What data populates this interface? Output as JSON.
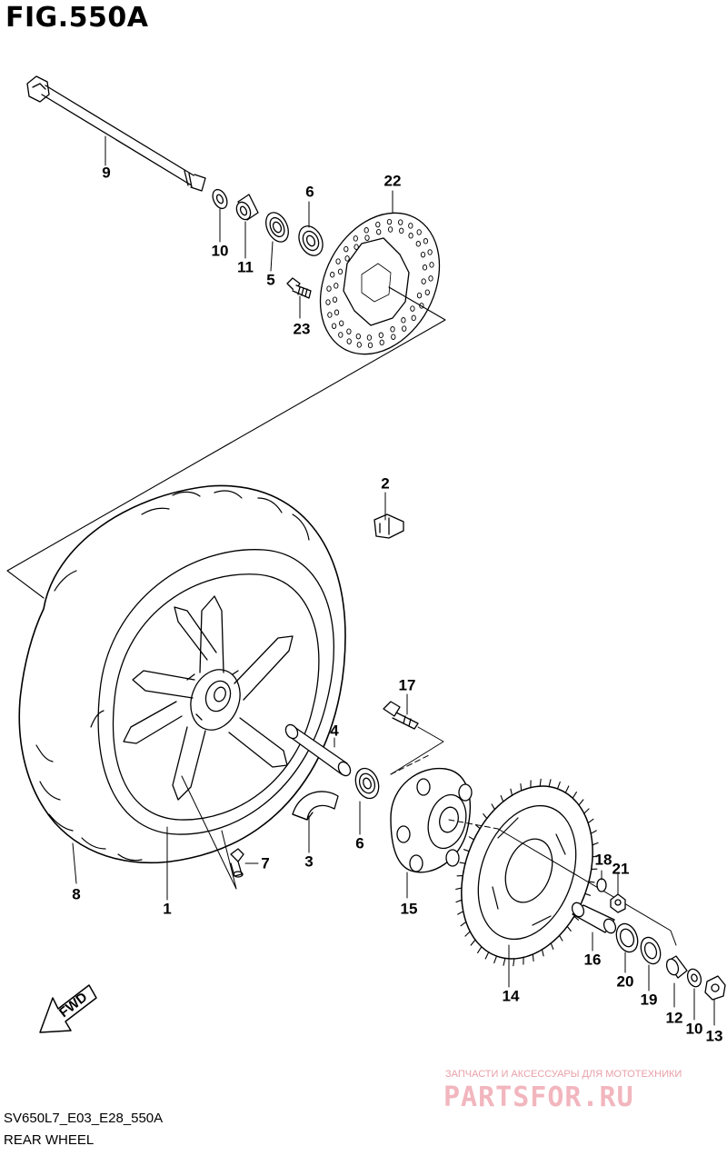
{
  "figure": {
    "title": "FIG.550A"
  },
  "footer": {
    "model_code": "SV650L7_E03_E28_550A",
    "caption": "REAR WHEEL"
  },
  "fwd_label": "FWD",
  "watermark": {
    "tagline": "ЗАПЧАСТИ И АКСЕССУАРЫ ДЛЯ МОТОТЕХНИКИ",
    "site": "PARTSFOR.RU"
  },
  "callouts": {
    "c9": "9",
    "c10a": "10",
    "c11": "11",
    "c5": "5",
    "c6a": "6",
    "c23": "23",
    "c22": "22",
    "c2": "2",
    "c4": "4",
    "c17": "17",
    "c6b": "6",
    "c3": "3",
    "c7": "7",
    "c8": "8",
    "c1": "1",
    "c15": "15",
    "c14": "14",
    "c18": "18",
    "c21": "21",
    "c16": "16",
    "c20": "20",
    "c19": "19",
    "c12": "12",
    "c10b": "10",
    "c13": "13"
  },
  "colors": {
    "ink": "#000000",
    "watermark": "#f2b6be"
  }
}
